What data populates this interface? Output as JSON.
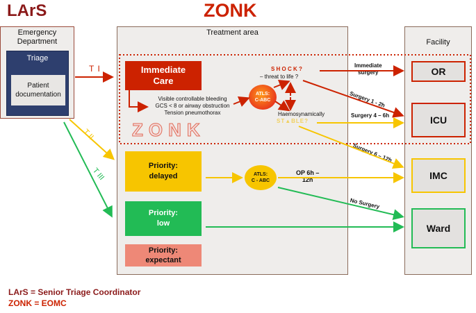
{
  "header": {
    "lars": "LArS",
    "zonk": "ZONK"
  },
  "emergency": {
    "title": "Emergency\nDepartment",
    "triage": "Triage",
    "patient_doc": "Patient\ndocumentation"
  },
  "treatment": {
    "title": "Treatment area",
    "immediate_care": "Immediate\nCare",
    "criteria": "Visible controllable bleeding\nGCS < 8 or airway obstruction\nTension pneumothorax",
    "shock": "S H O C K ?",
    "threat": "– threat to life ?",
    "atls1": "ATLS:\nC-ABC",
    "haemo": "Haemosynamically",
    "stable": "ST▲BLE?",
    "zonk_watermark": "ZONK",
    "delayed": "Priority:\ndelayed",
    "atls2": "ATLS:\nC - ABC",
    "op": "OP 6h –\n12h",
    "low": "Priority:\nlow",
    "expectant": "Priority:\nexpectant"
  },
  "facility": {
    "title": "Facility",
    "or": "OR",
    "icu": "ICU",
    "imc": "IMC",
    "ward": "Ward"
  },
  "arrows": {
    "immediate_surgery": "Immediate\nsurgery",
    "surgery_1_2": "Surgery  1 - 2h",
    "surgery_4_6": "Surgery 4 – 6h",
    "surgery_6_12": "Surgery 6 – 12h",
    "no_surgery": "No Surgery",
    "t1": "T I",
    "t2": "T II",
    "t3": "T III"
  },
  "legend": {
    "line1": "LArS = Senior Triage Coordinator",
    "line2": "ZONK = EOMC"
  },
  "colors": {
    "red": "#cc2200",
    "yellow": "#f7c500",
    "green": "#22bb55",
    "salmon": "#ee8877",
    "dark_red": "#8b1a1a",
    "navy": "#2e3f6e"
  }
}
